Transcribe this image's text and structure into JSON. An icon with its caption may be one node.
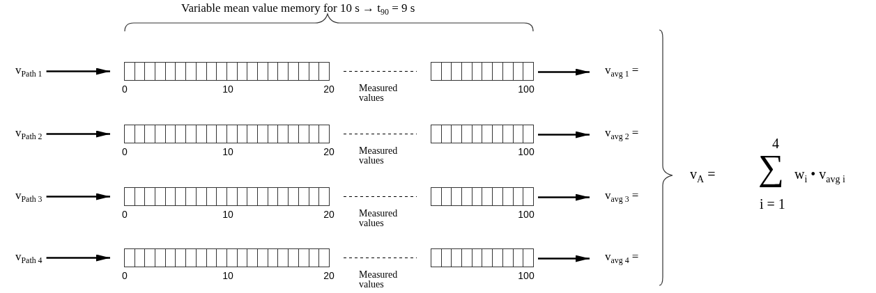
{
  "diagram": {
    "title": "Variable mean value memory for 10 s → t$_{90}$ = 9 s",
    "nodes": [
      {
        "text": [
          "v$_{Path 1}$"
        ]
      },
      {
        "text": [],
        "shape": "bar"
      },
      {
        "text": [],
        "shape": "bar"
      },
      {
        "text": [
          "v$_{avg 1}$ ="
        ]
      },
      {
        "text": [
          "v$_{Path 2}$"
        ]
      },
      {
        "text": [],
        "shape": "bar"
      },
      {
        "text": [],
        "shape": "bar"
      },
      {
        "text": [
          "v$_{avg 2}$ ="
        ]
      },
      {
        "text": [
          "v$_{Path 3}$"
        ]
      },
      {
        "text": [],
        "shape": "bar"
      },
      {
        "text": [],
        "shape": "bar"
      },
      {
        "text": [
          "v$_{avg 3}$ ="
        ]
      },
      {
        "text": [
          "v$_{Path 4}$"
        ]
      },
      {
        "text": [],
        "shape": "bar"
      },
      {
        "text": [],
        "shape": "bar"
      },
      {
        "text": [
          "v$_{avg 4}$ ="
        ]
      }
    ],
    "edges": [
      {
        "from": 0,
        "to": 1,
        "arrow": "to"
      },
      {
        "from": 1,
        "to": 2,
        "arrow": "none",
        "style": "dashed"
      },
      {
        "from": 2,
        "to": 3,
        "arrow": "to"
      },
      {
        "from": 4,
        "to": 5,
        "arrow": "to"
      },
      {
        "from": 5,
        "to": 6,
        "arrow": "none",
        "style": "dashed"
      },
      {
        "from": 6,
        "to": 7,
        "arrow": "to"
      },
      {
        "from": 8,
        "to": 9,
        "arrow": "to"
      },
      {
        "from": 9,
        "to": 10,
        "arrow": "none",
        "style": "dashed"
      },
      {
        "from": 10,
        "to": 11,
        "arrow": "to"
      },
      {
        "from": 12,
        "to": 13,
        "arrow": "to"
      },
      {
        "from": 13,
        "to": 14,
        "arrow": "none",
        "style": "dashed"
      },
      {
        "from": 14,
        "to": 15,
        "arrow": "to"
      }
    ],
    "labels": [
      "0",
      "10",
      "20",
      "Measured values",
      "100",
      "0",
      "10",
      "20",
      "Measured values",
      "100",
      "0",
      "10",
      "20",
      "Measured values",
      "100",
      "0",
      "10",
      "20",
      "Measured values",
      "100",
      "v$_{A}$ =",
      "4",
      "∑",
      "w$_{i}$ • v$_{avg i}$",
      "i = 1"
    ]
  }
}
